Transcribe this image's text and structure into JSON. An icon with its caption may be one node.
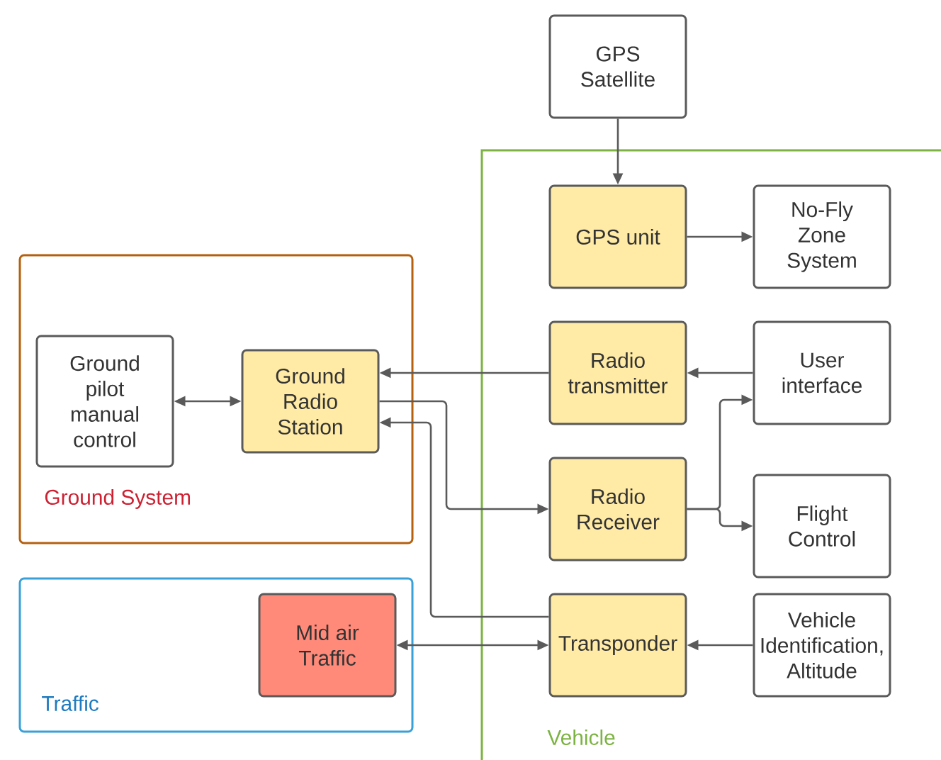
{
  "diagram": {
    "nodes": [
      {
        "text": [
          "GPS Satellite"
        ]
      },
      {
        "text": [
          "Vehicle"
        ]
      },
      {
        "text": [
          "GPS unit"
        ],
        "in": 1
      },
      {
        "text": [
          "No-Fly Zone System"
        ],
        "in": 1
      },
      {
        "text": [
          "Radio transmitter"
        ],
        "in": 1
      },
      {
        "text": [
          "User interface"
        ],
        "in": 1
      },
      {
        "text": [
          "Radio Receiver"
        ],
        "in": 1
      },
      {
        "text": [
          "Flight Control"
        ],
        "in": 1
      },
      {
        "text": [
          "Transponder"
        ],
        "in": 1
      },
      {
        "text": [
          "Vehicle Identification, Altitude"
        ],
        "in": 1
      },
      {
        "text": [
          "Ground System"
        ]
      },
      {
        "text": [
          "Ground pilot manual control"
        ],
        "in": 10
      },
      {
        "text": [
          "Ground Radio Station"
        ],
        "in": 10
      },
      {
        "text": [
          "Traffic"
        ]
      },
      {
        "text": [
          "Mid air Traffic"
        ],
        "in": 13
      }
    ],
    "edges": [
      {
        "from": 0,
        "to": 2,
        "arrow": "to"
      },
      {
        "from": 2,
        "to": 3,
        "arrow": "to"
      },
      {
        "from": 5,
        "to": 4,
        "arrow": "to"
      },
      {
        "from": 4,
        "to": 12,
        "arrow": "to"
      },
      {
        "from": 12,
        "to": 6,
        "arrow": "to"
      },
      {
        "from": 8,
        "to": 12,
        "arrow": "to"
      },
      {
        "from": 11,
        "to": 12,
        "arrow": "both"
      },
      {
        "from": 6,
        "to": 5,
        "arrow": "to"
      },
      {
        "from": 6,
        "to": 7,
        "arrow": "to"
      },
      {
        "from": 9,
        "to": 8,
        "arrow": "to"
      },
      {
        "from": 8,
        "to": 14,
        "arrow": "both"
      }
    ]
  }
}
